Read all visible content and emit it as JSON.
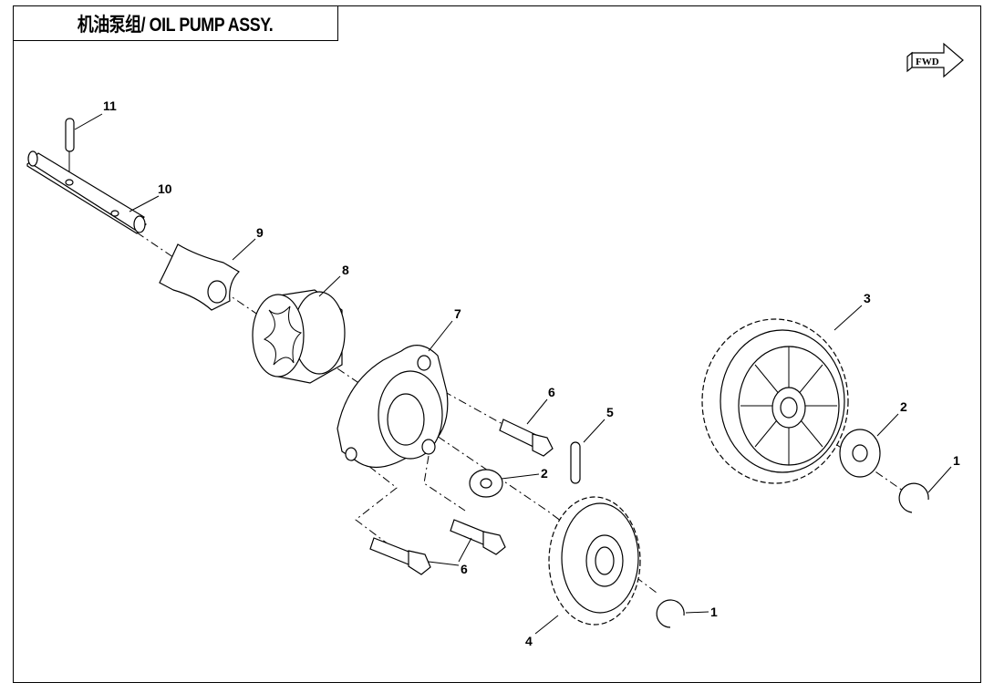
{
  "title": "机油泵组/ OIL PUMP ASSY.",
  "fwd_label": "FWD",
  "callouts": [
    "11",
    "10",
    "9",
    "8",
    "7",
    "3",
    "6",
    "5",
    "2",
    "2",
    "1",
    "1",
    "6",
    "4"
  ]
}
